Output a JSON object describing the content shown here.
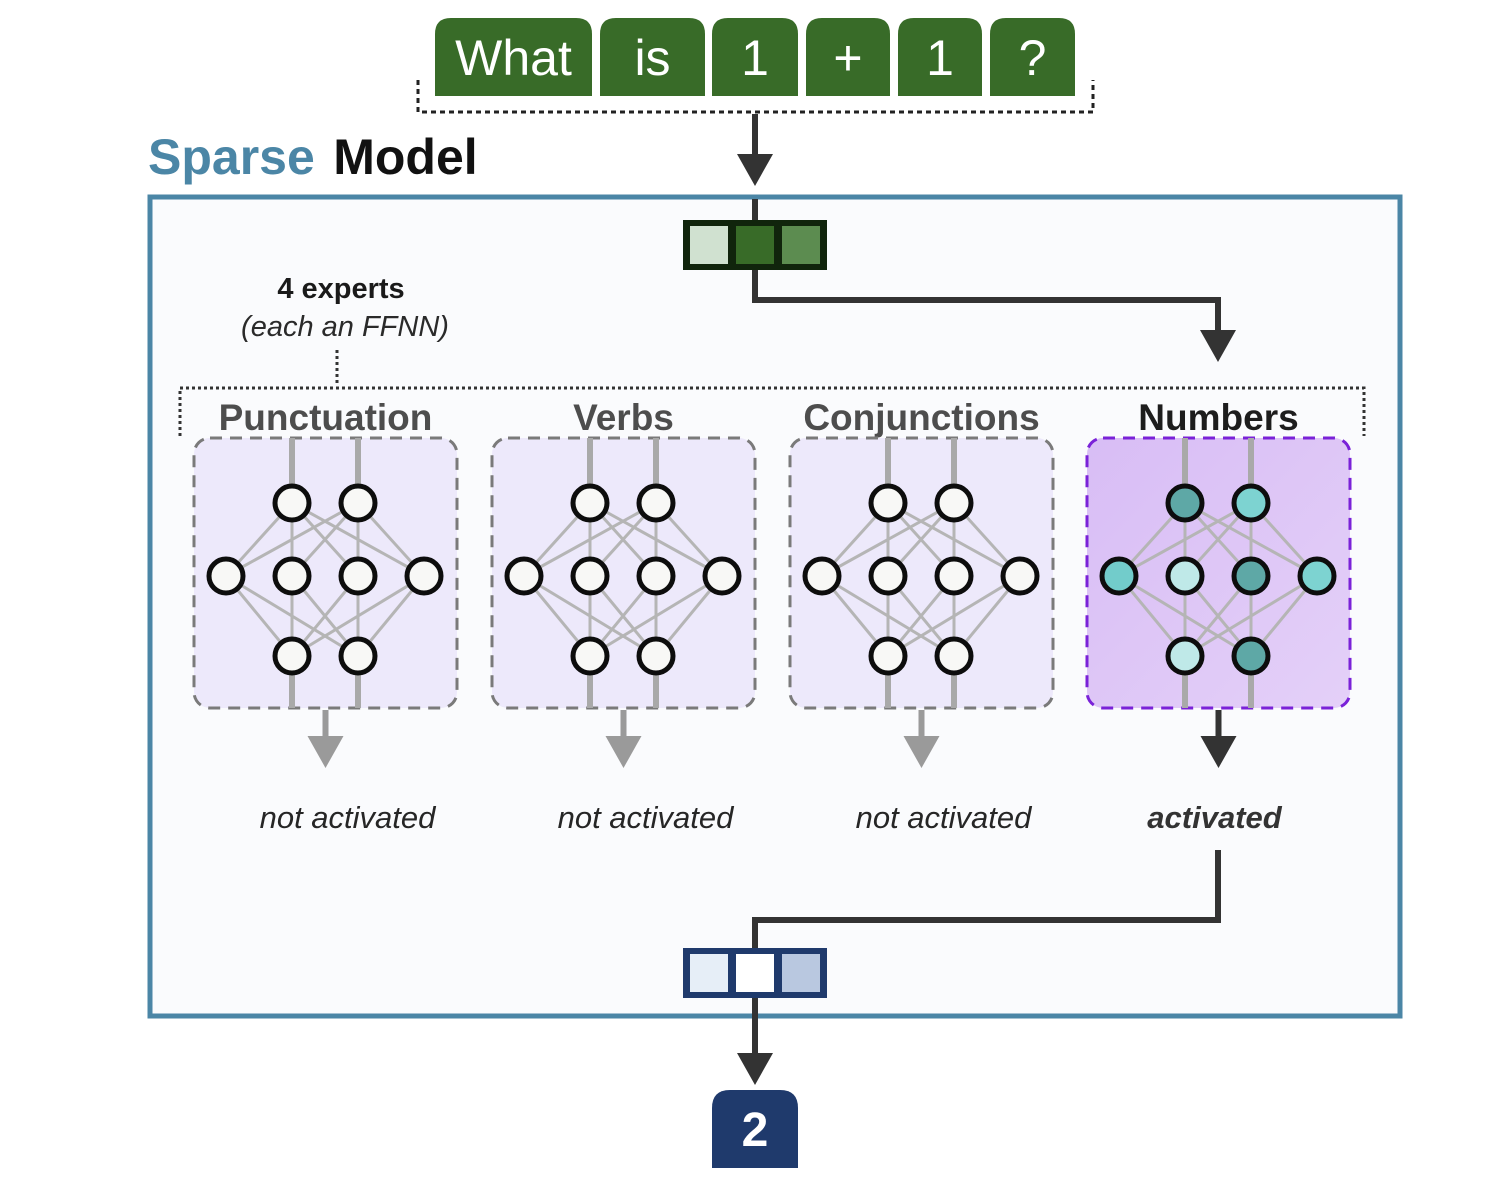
{
  "input_tokens": [
    "What",
    "is",
    "1",
    "+",
    "1",
    "?"
  ],
  "title": {
    "part1": "Sparse",
    "part2": "Model"
  },
  "experts_label": {
    "title": "4 experts",
    "subtitle": "(each an FFNN)"
  },
  "router_vector": {
    "cells": [
      "#d0e1d0",
      "#386b28",
      "#5c8c50"
    ],
    "border": "#10240c"
  },
  "experts": [
    {
      "name": "Punctuation",
      "status": "not activated",
      "active": false
    },
    {
      "name": "Verbs",
      "status": "not activated",
      "active": false
    },
    {
      "name": "Conjunctions",
      "status": "not activated",
      "active": false
    },
    {
      "name": "Numbers",
      "status": "activated",
      "active": true
    }
  ],
  "active_node_colors": {
    "top": [
      "#5ea8a6",
      "#7dd3d1"
    ],
    "middle": [
      "#72cccb",
      "#bfe9e8",
      "#5ea8a6",
      "#7dd3d1"
    ],
    "bottom": [
      "#bfe9e8",
      "#5ea8a6"
    ]
  },
  "output_vector": {
    "cells": [
      "#e6eef7",
      "#ffffff",
      "#b9c8e0"
    ],
    "border": "#1f3a6c"
  },
  "output_token": "2",
  "colors": {
    "token_bg": "#386b28",
    "model_border": "#4b86a6",
    "model_bg": "#fafbfd",
    "inactive_box_bg": "#ede9fb",
    "inactive_box_border": "#7a7a7a",
    "active_box_bg": "#dcc4f6",
    "active_box_border": "#7a22d8",
    "output_bg": "#1f3a6c",
    "arrow_dark": "#333333",
    "arrow_inactive": "#9a9a9a"
  }
}
